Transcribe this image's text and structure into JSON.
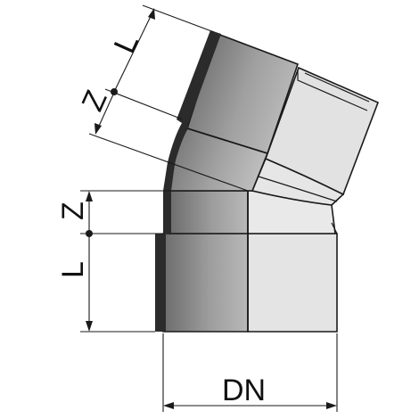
{
  "diagram": {
    "labels": {
      "dn": "DN",
      "z_lower": "Z",
      "l_lower": "L",
      "z_upper": "Z",
      "l_upper": "L"
    },
    "colors": {
      "background": "#ffffff",
      "section_dark": "#6f6f6f",
      "section_light": "#a9a9a9",
      "exterior_fill": "#e3e3e3",
      "wall_black": "#1f1f1f",
      "line": "#1a1a1a"
    }
  }
}
